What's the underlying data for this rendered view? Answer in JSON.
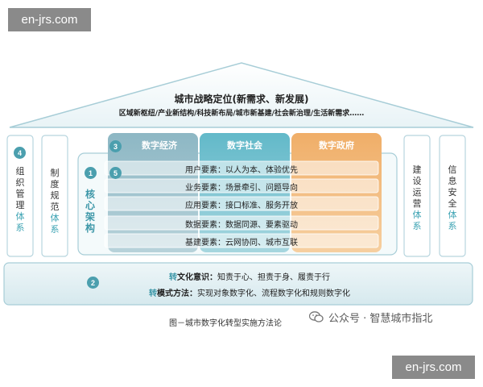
{
  "watermark_top": "en-jrs.com",
  "watermark_bottom": "en-jrs.com",
  "roof": {
    "title": "城市战略定位(新需求、新发展)",
    "subtitle": "区域新枢纽/产业新结构/科技新布局/城市新基建/社会新治理/生活新需求……"
  },
  "pillars": {
    "left_outer": {
      "badge": "4",
      "text": "组织管理",
      "accent": "体系"
    },
    "left_inner": {
      "text": "制度规范",
      "accent": "体系"
    },
    "right_inner": {
      "text": "建设运营",
      "accent": "体系"
    },
    "right_outer": {
      "text": "信息安全",
      "accent": "体系"
    }
  },
  "columns": {
    "badge": "3",
    "items": [
      {
        "label": "数字经济",
        "color": "#8db7c4"
      },
      {
        "label": "数字社会",
        "color": "#62b9c9"
      },
      {
        "label": "数字政府",
        "color": "#f0ae68"
      }
    ]
  },
  "core": {
    "badge": "1",
    "label": "核心架构",
    "rows_badge": "5"
  },
  "rows": [
    "用户要素：以人为本、体验优先",
    "业务要素：场景牵引、问题导向",
    "应用要素：接口标准、服务开放",
    "数据要素：数据同源、要素驱动",
    "基建要素：云网协同、城市互联"
  ],
  "base": {
    "badge": "2",
    "line1_key": "转",
    "line1_key_rest": "文化意识：",
    "line1_text": "知责于心、担责于身、履责于行",
    "line2_key": "转",
    "line2_key_rest": "模式方法：",
    "line2_text": "实现对象数字化、流程数字化和规则数字化"
  },
  "caption": "图－城市数字化转型实施方法论",
  "source": "公众号 · 智慧城市指北",
  "colors": {
    "teal": "#4b9fae",
    "accent_text": "#3ca3b3",
    "orange": "#f0ae68",
    "light_teal": "#62b9c9",
    "gray_blue": "#8db7c4"
  }
}
